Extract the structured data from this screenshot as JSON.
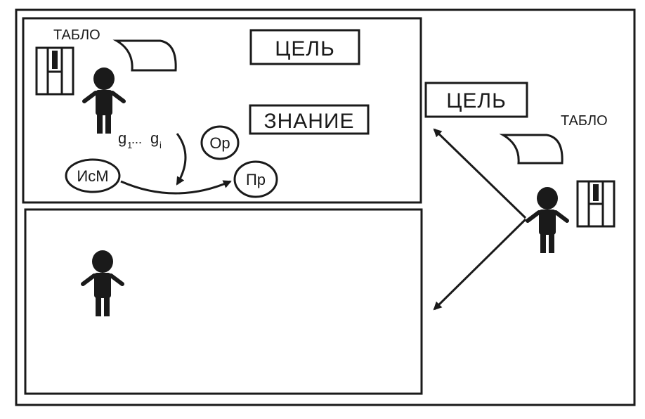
{
  "diagram": {
    "upper_room": {
      "tablo_label": "ТАБЛО",
      "goal_box": "ЦЕЛЬ",
      "knowledge_box": "ЗНАНИЕ",
      "subgoals_text": "g",
      "subgoal_first_index": "1",
      "subgoal_separator": "...",
      "subgoal_last_index": "i",
      "nodes": {
        "ism": "ИсМ",
        "op": "Op",
        "pr": "Пр"
      }
    },
    "right_area": {
      "goal_box": "ЦЕЛЬ",
      "tablo_label": "ТАБЛО"
    },
    "icons": {
      "person": "person-icon",
      "tablo_panel": "display-panel-icon",
      "control_unit": "control-unit-icon"
    },
    "colors": {
      "ink": "#1a1a1a",
      "background": "#ffffff"
    }
  }
}
